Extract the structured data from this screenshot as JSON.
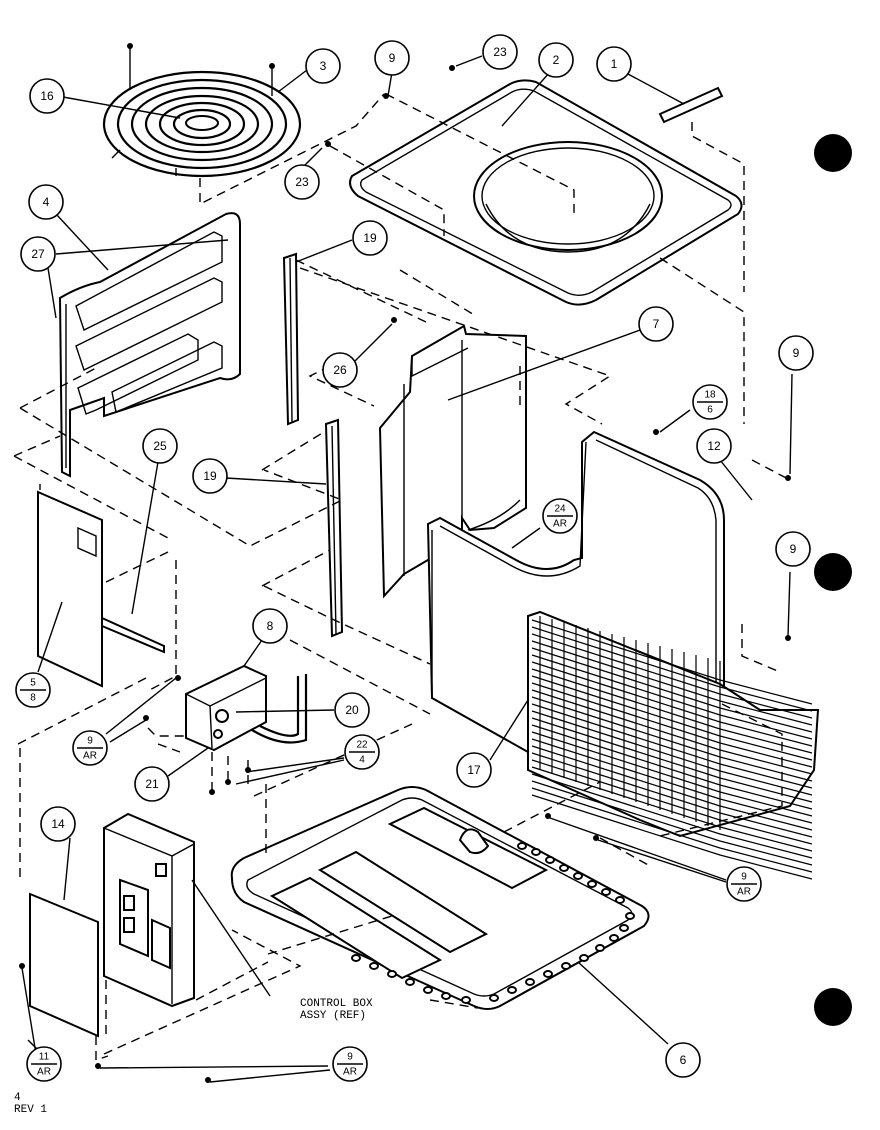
{
  "callouts": [
    {
      "id": "c-16",
      "label": "16"
    },
    {
      "id": "c-3",
      "label": "3"
    },
    {
      "id": "c-9a",
      "label": "9"
    },
    {
      "id": "c-23a",
      "label": "23"
    },
    {
      "id": "c-2",
      "label": "2"
    },
    {
      "id": "c-1",
      "label": "1"
    },
    {
      "id": "c-23b",
      "label": "23"
    },
    {
      "id": "c-4",
      "label": "4"
    },
    {
      "id": "c-27",
      "label": "27"
    },
    {
      "id": "c-19a",
      "label": "19"
    },
    {
      "id": "c-7",
      "label": "7"
    },
    {
      "id": "c-26",
      "label": "26"
    },
    {
      "id": "c-9b",
      "label": "9"
    },
    {
      "id": "c-25",
      "label": "25"
    },
    {
      "id": "c-19b",
      "label": "19"
    },
    {
      "id": "c-12",
      "label": "12"
    },
    {
      "id": "c-9c",
      "label": "9"
    },
    {
      "id": "c-8",
      "label": "8"
    },
    {
      "id": "c-20",
      "label": "20"
    },
    {
      "id": "c-21",
      "label": "21"
    },
    {
      "id": "c-17",
      "label": "17"
    },
    {
      "id": "c-14",
      "label": "14"
    },
    {
      "id": "c-6",
      "label": "6"
    }
  ],
  "fraction_callouts": [
    {
      "id": "f-18-6",
      "top": "18",
      "bottom": "6"
    },
    {
      "id": "f-24-ar",
      "top": "24",
      "bottom": "AR"
    },
    {
      "id": "f-5-8",
      "top": "5",
      "bottom": "8"
    },
    {
      "id": "f-9-ar-a",
      "top": "9",
      "bottom": "AR"
    },
    {
      "id": "f-22-4",
      "top": "22",
      "bottom": "4"
    },
    {
      "id": "f-9-ar-b",
      "top": "9",
      "bottom": "AR"
    },
    {
      "id": "f-11-ar",
      "top": "11",
      "bottom": "AR"
    },
    {
      "id": "f-9-ar-c",
      "top": "9",
      "bottom": "AR"
    }
  ],
  "notes": {
    "control_box_line1": "CONTROL BOX",
    "control_box_line2": "ASSY (REF)",
    "page_number": "4",
    "revision": "REV 1"
  }
}
